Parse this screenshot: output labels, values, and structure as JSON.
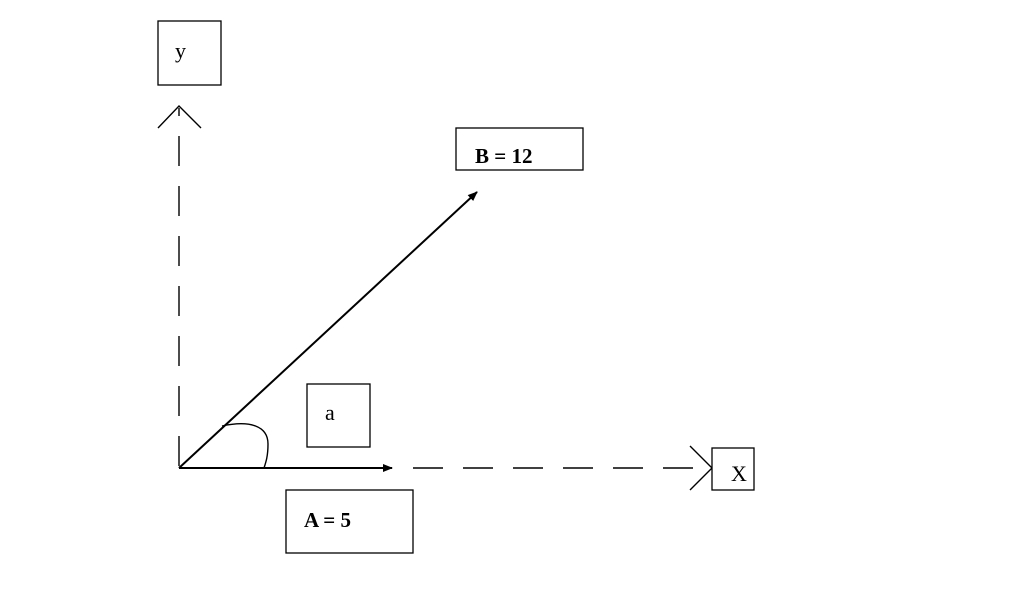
{
  "labels": {
    "y_axis": "y",
    "x_axis": "X",
    "vector_b": "B = 12",
    "vector_a": "A = 5",
    "angle": "a"
  },
  "colors": {
    "stroke": "#000000",
    "background": "#ffffff"
  }
}
